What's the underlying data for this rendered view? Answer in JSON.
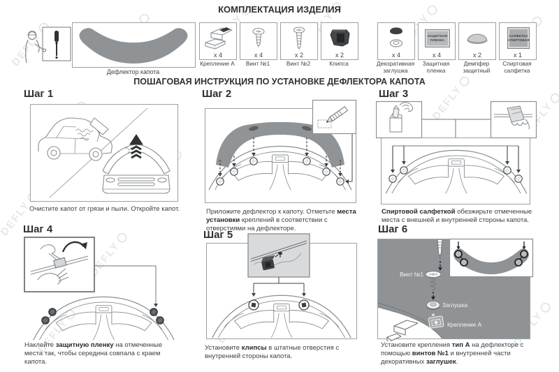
{
  "page": {
    "watermark_text": "DEFLY"
  },
  "kit": {
    "title": "КОМПЛЕКТАЦИЯ ИЗДЕЛИЯ",
    "deflector_label": "Дефлектор капота",
    "parts": [
      {
        "label": "Крепление А",
        "qty": "x 4",
        "icon": "bracket-icon"
      },
      {
        "label": "Винт №1",
        "qty": "x 4",
        "icon": "screw-icon"
      },
      {
        "label": "Винт №2",
        "qty": "x 2",
        "icon": "screw-icon"
      },
      {
        "label": "Клипса",
        "qty": "x 2",
        "icon": "clip-icon"
      },
      {
        "label": "Декоративная заглушка",
        "qty": "x 4",
        "icon": "cap-icon"
      },
      {
        "label": "Защитная пленка",
        "qty": "x 4",
        "icon": "film-icon",
        "chip_lines": [
          "ЗАЩИТНАЯ",
          "ПЛЕНКА"
        ]
      },
      {
        "label": "Демпфер защитный",
        "qty": "x 2",
        "icon": "damper-icon"
      },
      {
        "label": "Спиртовая салфетка",
        "qty": "x 1",
        "icon": "wipe-icon",
        "chip_lines": [
          "САЛФЕТКА",
          "СПИРТОВАЯ"
        ]
      }
    ]
  },
  "instructions": {
    "title": "ПОШАГОВАЯ ИНСТРУКЦИЯ ПО УСТАНОВКЕ ДЕФЛЕКТОРА КАПОТА",
    "steps": [
      {
        "number": "Шаг 1",
        "caption": [
          {
            "t": "Очистите капот от грязи и пыли. Откройте капот."
          }
        ]
      },
      {
        "number": "Шаг 2",
        "caption": [
          {
            "t": "Приложите дефлектор к капоту. Отметьте "
          },
          {
            "t": "места установки",
            "b": true
          },
          {
            "t": " креплений в соответствии с отверстиями на дефлекторе."
          }
        ]
      },
      {
        "number": "Шаг 3",
        "caption": [
          {
            "t": "Спиртовой салфеткой",
            "b": true
          },
          {
            "t": " обезжирьте отмеченные места с внешней и внутренней стороны капота."
          }
        ]
      },
      {
        "number": "Шаг 4",
        "caption": [
          {
            "t": "Наклейте "
          },
          {
            "t": "защитную пленку",
            "b": true
          },
          {
            "t": " на отмеченные места так, чтобы середина совпала с краем капота."
          }
        ]
      },
      {
        "number": "Шаг 5",
        "caption": [
          {
            "t": "Установите "
          },
          {
            "t": "клипсы",
            "b": true
          },
          {
            "t": " в штатные отверстия с внутренней стороны капота."
          }
        ]
      },
      {
        "number": "Шаг 6",
        "caption": [
          {
            "t": "Установите крепления "
          },
          {
            "t": "тип А",
            "b": true
          },
          {
            "t": " на дефлекторе с помощью "
          },
          {
            "t": "винтов №1",
            "b": true
          },
          {
            "t": " и внутренней части декоративных "
          },
          {
            "t": "заглушек",
            "b": true
          },
          {
            "t": "."
          }
        ]
      }
    ],
    "step6_labels": {
      "screw": "Винт №1",
      "plug": "Заглушка",
      "bracket": "Крепление А"
    }
  },
  "colors": {
    "deflector_gray": "#8f9396",
    "line_gray": "#8a8f93",
    "text_dark": "#3d3f41"
  }
}
